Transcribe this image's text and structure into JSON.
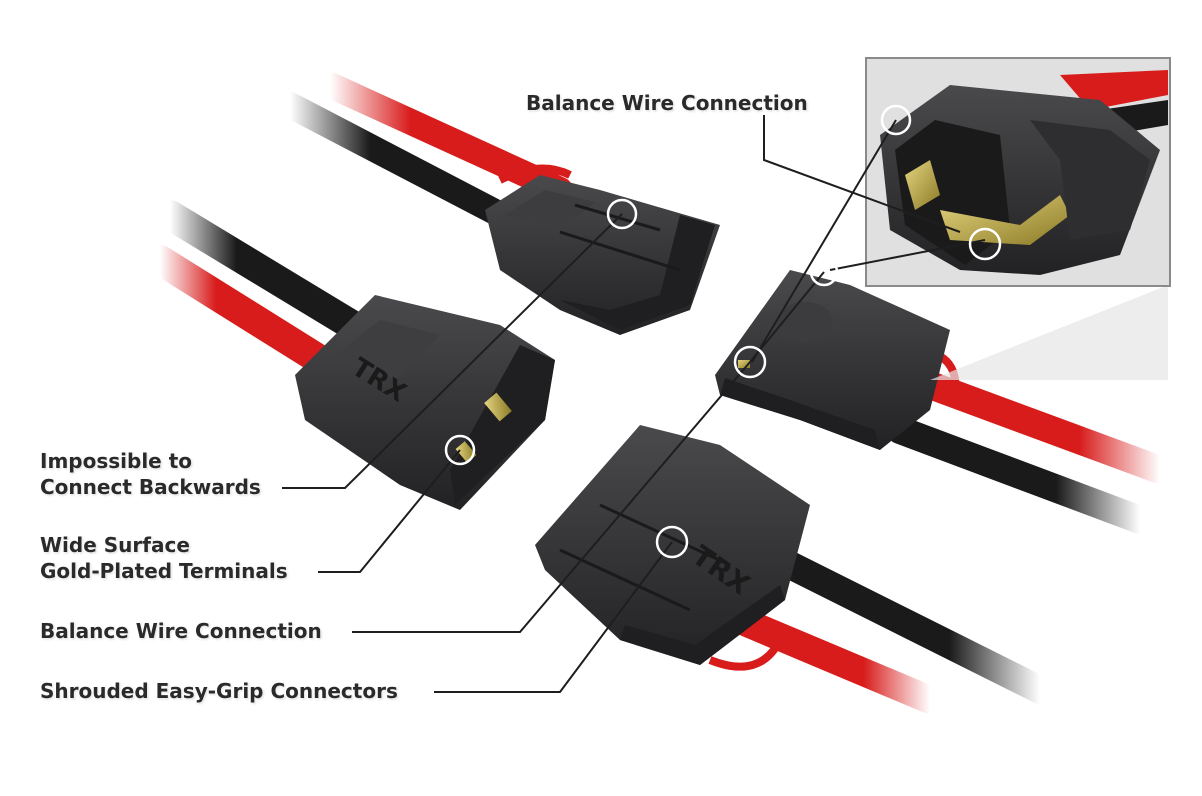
{
  "labels": {
    "impossible_backwards": [
      "Impossible to",
      "Connect Backwards"
    ],
    "gold_terminals": [
      "Wide Surface",
      "Gold-Plated Terminals"
    ],
    "balance_wire_left": "Balance Wire Connection",
    "easy_grip": "Shrouded Easy-Grip Connectors",
    "balance_wire_inset": "Balance Wire Connection"
  },
  "connector_branding": "TRX",
  "colors": {
    "connector_body": "#2b2b2d",
    "connector_highlight": "#4a4a4d",
    "wire_red": "#d81c1c",
    "wire_black": "#1a1a1a",
    "gold": "#c8b44a",
    "leader_line": "#1e1e1e",
    "inset_frame": "#8a8a8a",
    "inset_bg": "#dedede"
  }
}
